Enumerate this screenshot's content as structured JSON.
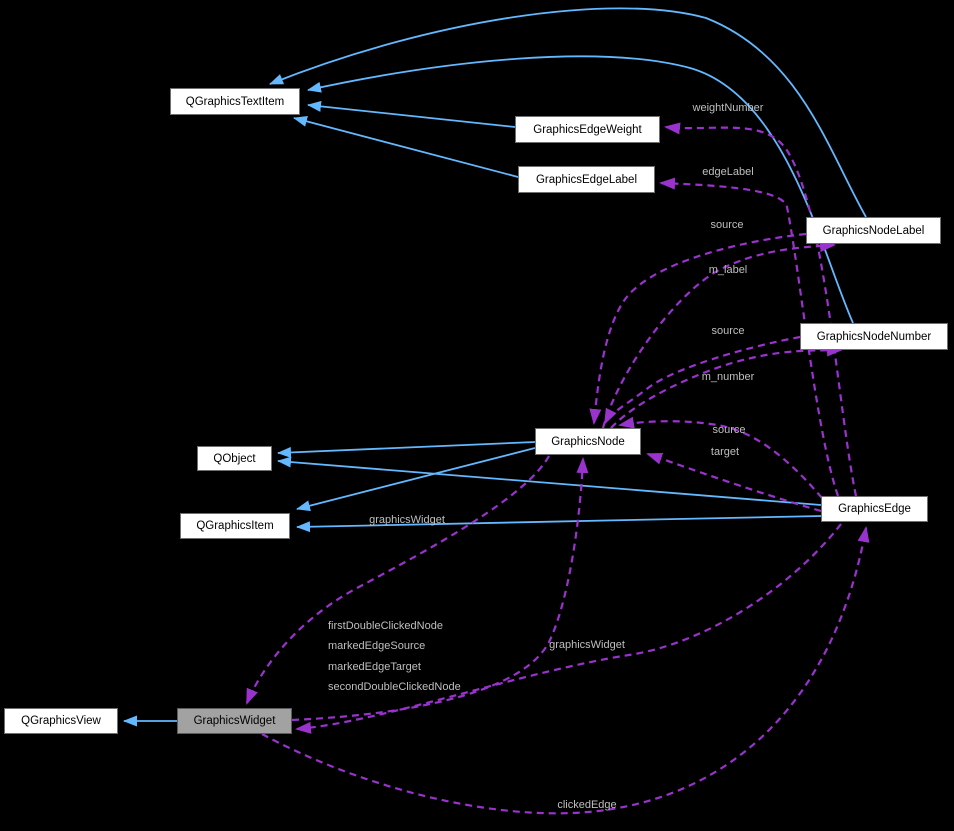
{
  "diagram": {
    "kind": "collaboration-graph",
    "colors": {
      "background": "#000000",
      "inheritance_edge": "#63b8ff",
      "usage_edge": "#9a32cd",
      "edge_label_text": "#bfbfbf",
      "node_fill": "#ffffff",
      "node_border": "#6f6f6f",
      "node_text": "#000000",
      "highlighted_node_fill": "#a2a2a2"
    },
    "nodes": [
      {
        "label": "QGraphicsTextItem"
      },
      {
        "label": "GraphicsEdgeWeight"
      },
      {
        "label": "GraphicsEdgeLabel"
      },
      {
        "label": "GraphicsNodeLabel"
      },
      {
        "label": "GraphicsNodeNumber"
      },
      {
        "label": "GraphicsNode"
      },
      {
        "label": "QObject"
      },
      {
        "label": "QGraphicsItem"
      },
      {
        "label": "GraphicsEdge"
      },
      {
        "label": "QGraphicsView"
      },
      {
        "label": "GraphicsWidget"
      }
    ],
    "edge_labels": [
      {
        "text": "weightNumber"
      },
      {
        "text": "edgeLabel"
      },
      {
        "text": "source"
      },
      {
        "text": "m_label"
      },
      {
        "text": "source"
      },
      {
        "text": "m_number"
      },
      {
        "text": "source"
      },
      {
        "text": "target"
      },
      {
        "text": "graphicsWidget"
      },
      {
        "text": "firstDoubleClickedNode"
      },
      {
        "text": "markedEdgeSource"
      },
      {
        "text": "markedEdgeTarget"
      },
      {
        "text": "secondDoubleClickedNode"
      },
      {
        "text": "graphicsWidget"
      },
      {
        "text": "clickedEdge"
      }
    ]
  }
}
